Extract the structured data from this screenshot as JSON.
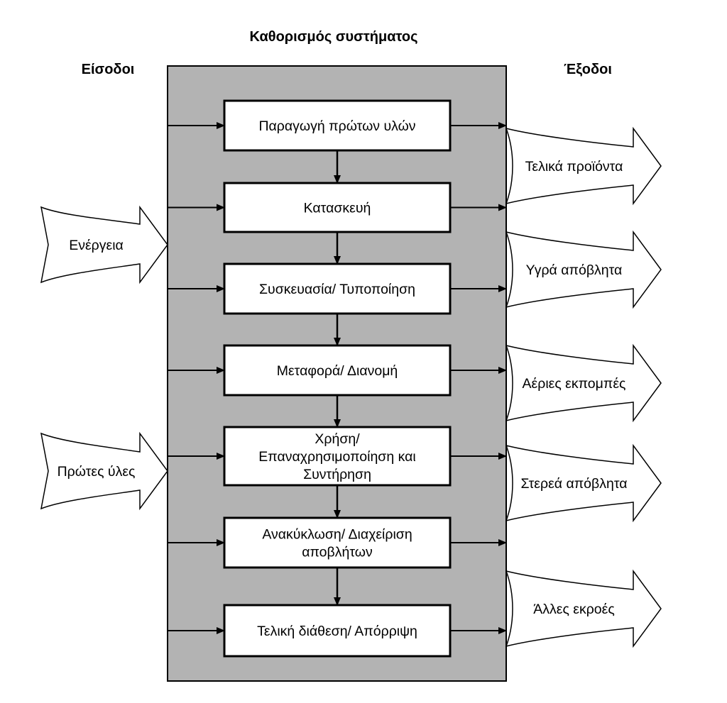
{
  "title": "Καθορισμός συστήματος",
  "inputs_heading": "Είσοδοι",
  "outputs_heading": "Έξοδοι",
  "stages": [
    {
      "lines": [
        "Παραγωγή πρώτων υλών"
      ]
    },
    {
      "lines": [
        "Κατασκευή"
      ]
    },
    {
      "lines": [
        "Συσκευασία/ Τυποποίηση"
      ]
    },
    {
      "lines": [
        "Μεταφορά/ Διανομή"
      ]
    },
    {
      "lines": [
        "Χρήση/",
        "Επαναχρησιμοποίηση και",
        "Συντήρηση"
      ]
    },
    {
      "lines": [
        "Ανακύκλωση/ Διαχείριση",
        "αποβλήτων"
      ]
    },
    {
      "lines": [
        "Τελική διάθεση/ Απόρριψη"
      ]
    }
  ],
  "inputs": [
    {
      "label": "Ενέργεια"
    },
    {
      "label": "Πρώτες ύλες"
    }
  ],
  "outputs": [
    {
      "label": "Τελικά προϊόντα"
    },
    {
      "label": "Υγρά απόβλητα"
    },
    {
      "label": "Αέριες εκπομπές"
    },
    {
      "label": "Στερεά απόβλητα"
    },
    {
      "label": "Άλλες εκροές"
    }
  ],
  "colors": {
    "system_fill": "#b3b3b3",
    "box_fill": "#ffffff",
    "stroke": "#000000"
  }
}
